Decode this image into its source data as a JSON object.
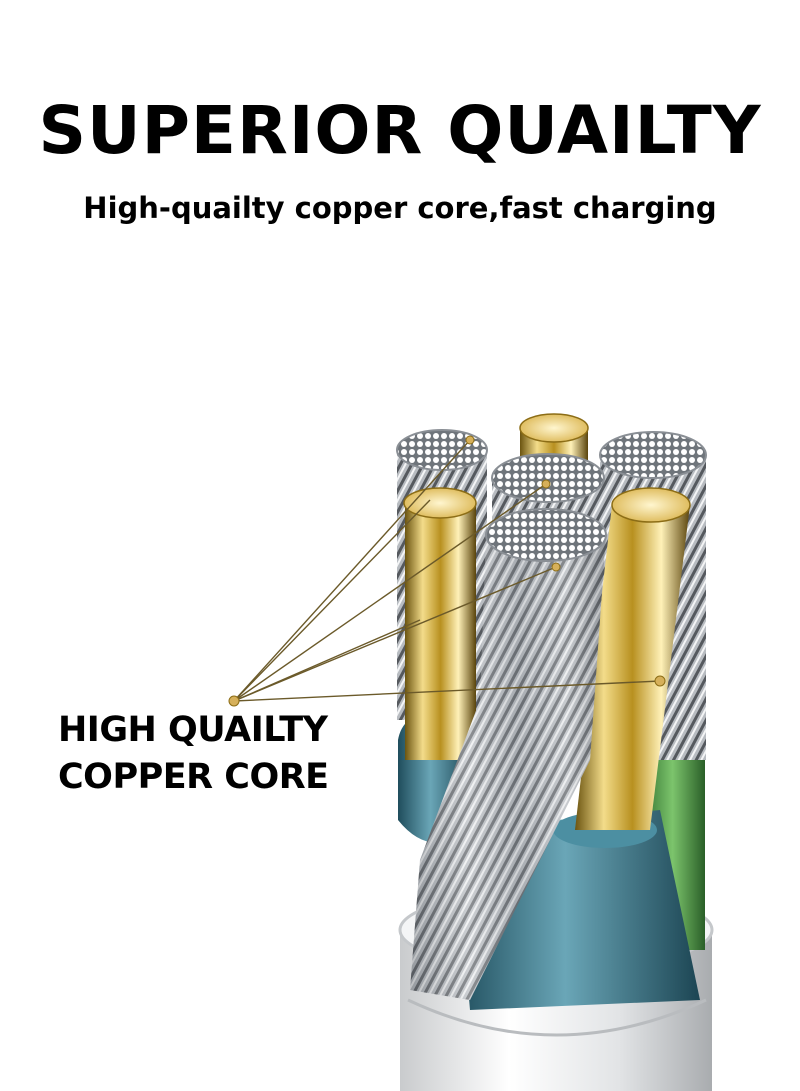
{
  "heading": {
    "title": "SUPERIOR QUAILTY",
    "subtitle": "High-quailty copper core,fast charging"
  },
  "callout": {
    "line1": "HIGH QUAILTY",
    "line2": "COPPER CORE"
  },
  "colors": {
    "text": "#000000",
    "background": "#ffffff",
    "copper_gold": "#c9a227",
    "insulation_teal": "#3f7f92",
    "insulation_green": "#4e9a45",
    "strand_silver": "#b9bdc2",
    "jacket_white": "#e9eaeb"
  }
}
